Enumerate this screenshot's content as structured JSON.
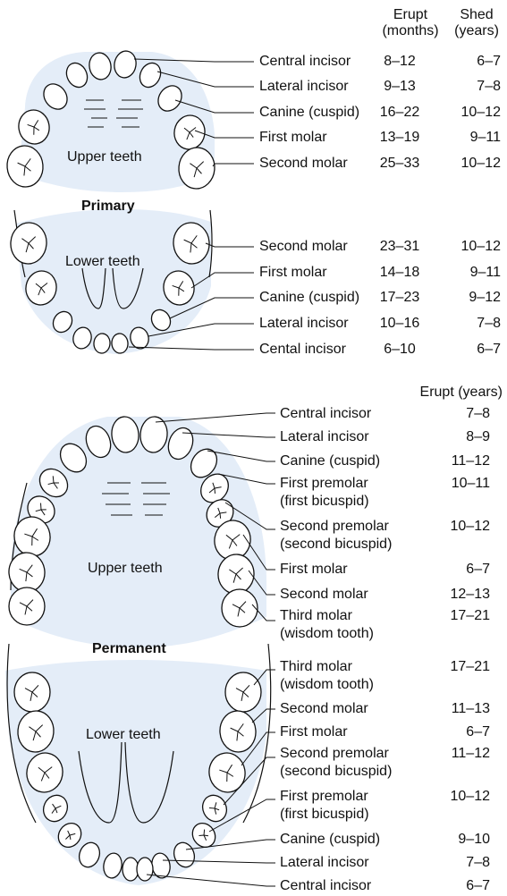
{
  "primary": {
    "section_label": "Primary",
    "upper_label": "Upper teeth",
    "lower_label": "Lower teeth",
    "header": {
      "erupt_line1": "Erupt",
      "erupt_line2": "(months)",
      "shed_line1": "Shed",
      "shed_line2": "(years)"
    },
    "rows": [
      {
        "name": "Central incisor",
        "erupt": "8–12",
        "shed": "6–7"
      },
      {
        "name": "Lateral incisor",
        "erupt": "9–13",
        "shed": "7–8"
      },
      {
        "name": "Canine (cuspid)",
        "erupt": "16–22",
        "shed": "10–12"
      },
      {
        "name": "First molar",
        "erupt": "13–19",
        "shed": "9–11"
      },
      {
        "name": "Second molar",
        "erupt": "25–33",
        "shed": "10–12"
      },
      {
        "name": "Second molar",
        "erupt": "23–31",
        "shed": "10–12"
      },
      {
        "name": "First molar",
        "erupt": "14–18",
        "shed": "9–11"
      },
      {
        "name": "Canine (cuspid)",
        "erupt": "17–23",
        "shed": "9–12"
      },
      {
        "name": "Lateral incisor",
        "erupt": "10–16",
        "shed": "7–8"
      },
      {
        "name": "Cental incisor",
        "erupt": "6–10",
        "shed": "6–7"
      }
    ]
  },
  "permanent": {
    "section_label": "Permanent",
    "upper_label": "Upper teeth",
    "lower_label": "Lower teeth",
    "header": {
      "erupt": "Erupt (years)"
    },
    "rows": [
      {
        "name": "Central incisor",
        "name2": "",
        "erupt": "7–8"
      },
      {
        "name": "Lateral incisor",
        "name2": "",
        "erupt": "8–9"
      },
      {
        "name": "Canine (cuspid)",
        "name2": "",
        "erupt": "11–12"
      },
      {
        "name": "First premolar",
        "name2": "(first bicuspid)",
        "erupt": "10–11"
      },
      {
        "name": "Second premolar",
        "name2": "(second bicuspid)",
        "erupt": "10–12"
      },
      {
        "name": "First molar",
        "name2": "",
        "erupt": "6–7"
      },
      {
        "name": "Second molar",
        "name2": "",
        "erupt": "12–13"
      },
      {
        "name": "Third molar",
        "name2": "(wisdom tooth)",
        "erupt": "17–21"
      },
      {
        "name": "Third molar",
        "name2": "(wisdom tooth)",
        "erupt": "17–21"
      },
      {
        "name": "Second molar",
        "name2": "",
        "erupt": "11–13"
      },
      {
        "name": "First molar",
        "name2": "",
        "erupt": "6–7"
      },
      {
        "name": "Second premolar",
        "name2": "(second bicuspid)",
        "erupt": "11–12"
      },
      {
        "name": "First premolar",
        "name2": "(first bicuspid)",
        "erupt": "10–12"
      },
      {
        "name": "Canine (cuspid)",
        "name2": "",
        "erupt": "9–10"
      },
      {
        "name": "Lateral incisor",
        "name2": "",
        "erupt": "7–8"
      },
      {
        "name": "Central incisor",
        "name2": "",
        "erupt": "6–7"
      }
    ]
  },
  "colors": {
    "fill": "#e4edf8",
    "stroke": "#111111",
    "tooth": "#ffffff"
  }
}
